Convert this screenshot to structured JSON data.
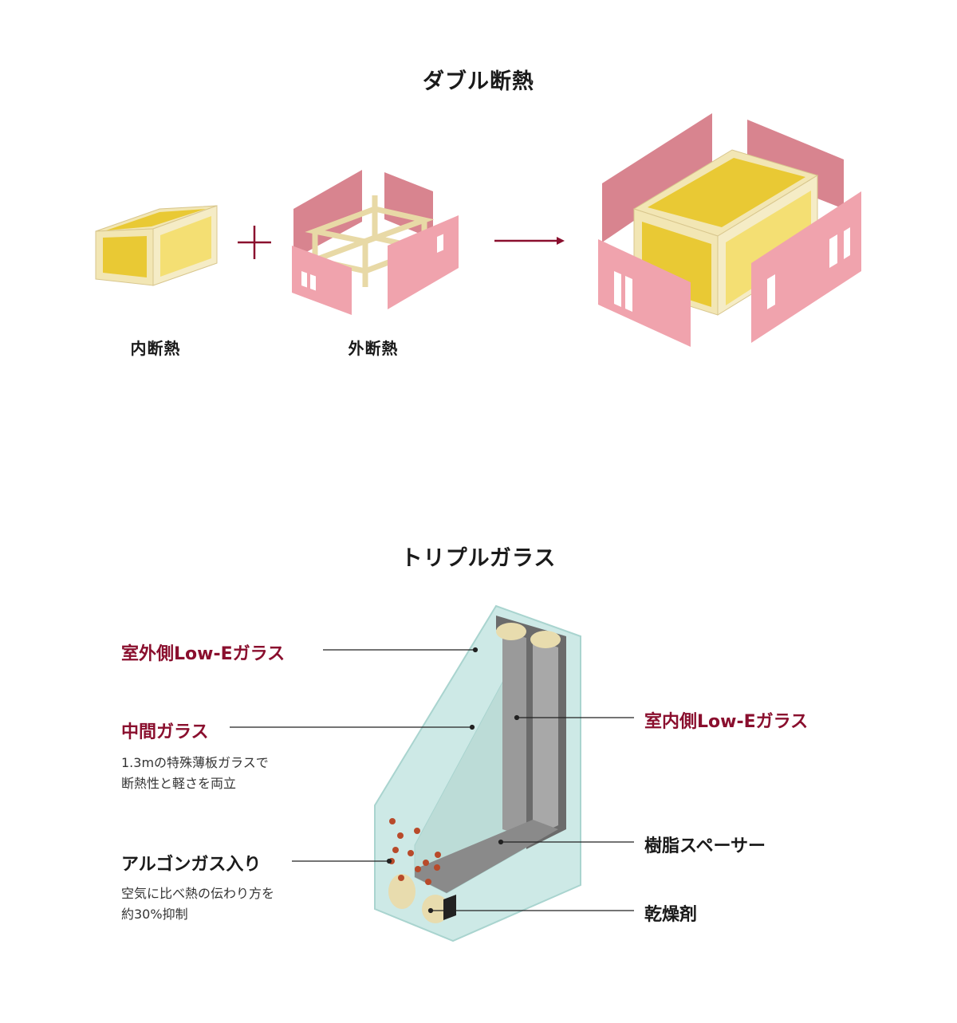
{
  "colors": {
    "accent": "#8a0f2e",
    "frame": "#f2e6b4",
    "insulation": "#e9c934",
    "wall_pink": "#f0a3ad",
    "wall_pink_dark": "#d8848f",
    "glass": "#cde9e6"
  },
  "double_insulation": {
    "title": "ダブル断熱",
    "inner_label": "内断熱",
    "outer_label": "外断熱",
    "plus_icon": "plus-icon",
    "arrow_icon": "arrow-right-icon"
  },
  "triple_glass": {
    "title": "トリプルガラス",
    "outer_glass": "室外側Low-Eガラス",
    "middle_glass": "中間ガラス",
    "middle_glass_note_1": "1.3mの特殊薄板ガラスで",
    "middle_glass_note_2": "断熱性と軽さを両立",
    "argon": "アルゴンガス入り",
    "argon_note_1": "空気に比べ熱の伝わり方を",
    "argon_note_2": "約30%抑制",
    "inner_glass": "室内側Low-Eガラス",
    "spacer": "樹脂スペーサー",
    "desiccant": "乾燥剤"
  }
}
